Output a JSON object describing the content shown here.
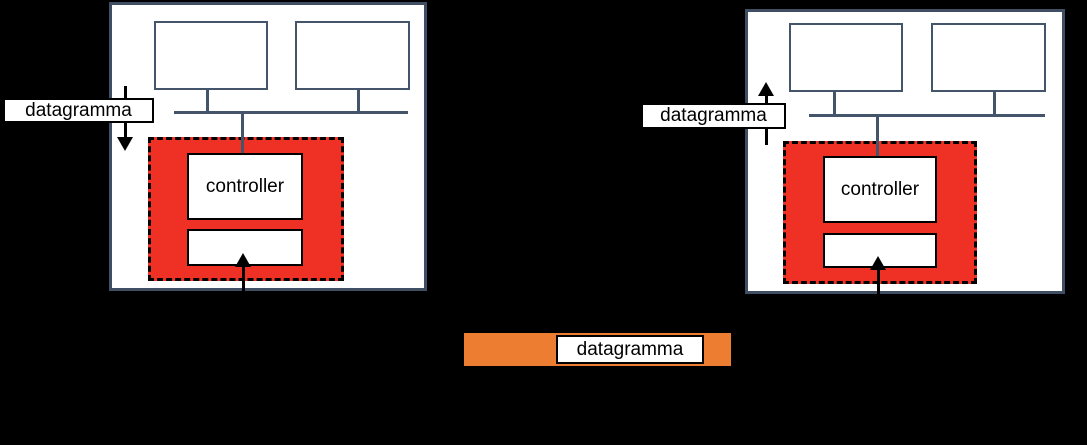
{
  "background_color": "#000000",
  "colors": {
    "host_border": "#3F4E63",
    "connector_line": "#44546A",
    "highlight_red": "#EE3124",
    "packet_orange": "#ED7D31",
    "label_background": "#FFFFFF",
    "label_border": "#000000",
    "text": "#000000"
  },
  "left_system": {
    "label": "datagramma",
    "arrow_icon": "arrow-down-icon",
    "arrow_direction": "down",
    "controller_label": "controller",
    "terminals_count": 2
  },
  "right_system": {
    "label": "datagramma",
    "arrow_icon": "arrow-up-icon",
    "arrow_direction": "up",
    "controller_label": "controller",
    "terminals_count": 2
  },
  "bottom_packet": {
    "label": "datagramma"
  }
}
